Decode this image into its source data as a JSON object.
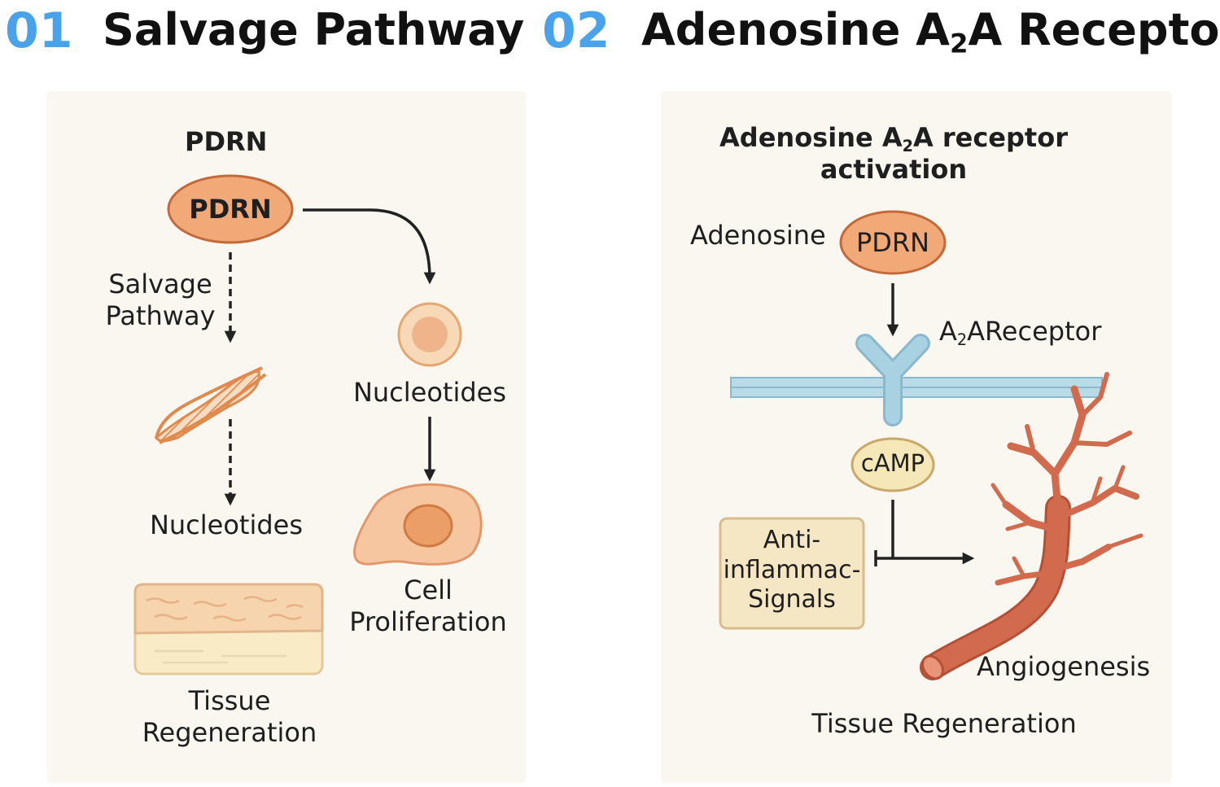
{
  "header": {
    "section1_number": "01",
    "section1_title": "Salvage Pathway",
    "section2_number": "02",
    "section2_title_pre": "Adenosine A",
    "section2_title_sub": "2",
    "section2_title_post": "A Receptor"
  },
  "left_panel": {
    "top_label": "PDRN",
    "pdrn_node": "PDRN",
    "salvage_line1": "Salvage",
    "salvage_line2": "Pathway",
    "nucleotides_left": "Nucleotides",
    "nucleotides_right": "Nucleotides",
    "cell_line1": "Cell",
    "cell_line2": "Proliferation",
    "tissue_line1": "Tissue",
    "tissue_line2": "Regeneration"
  },
  "right_panel": {
    "heading_line1_pre": "Adenosine A",
    "heading_line1_sub": "2",
    "heading_line1_post": "A receptor",
    "heading_line2": "activation",
    "adenosine_label": "Adenosine",
    "pdrn_node": "PDRN",
    "receptor_label_pre": "A",
    "receptor_label_sub": "2",
    "receptor_label_post": "AReceptor",
    "camp_node": "cAMP",
    "anti_line1": "Anti-",
    "anti_line2": "inflammac-",
    "anti_line3": "Signals",
    "angiogenesis_label": "Angiogenesis",
    "tissue_label": "Tissue Regeneration"
  },
  "colors": {
    "accent_blue": "#4aa3ea",
    "pdrn_fill": "#f1a977",
    "pdrn_stroke": "#c46a3a",
    "receptor_blue": "#a8d1e2",
    "vessel_red": "#d26a4e",
    "camp_fill": "#f6e7b8",
    "panel_bg": "#faf7f0"
  }
}
